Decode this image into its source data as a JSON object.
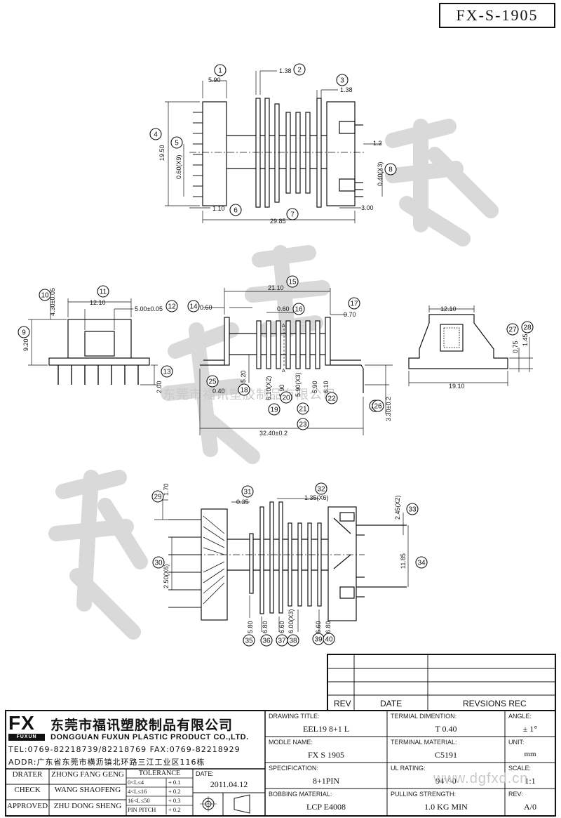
{
  "drawing_code": "FX-S-1905",
  "dimensions": {
    "top_view": [
      "5.90",
      "1.38",
      "1.38",
      "19.50",
      "0.60(X9)",
      "1.2",
      "0.40(X3)",
      "1.10",
      "29.85",
      "3.00"
    ],
    "mid_left": [
      "4.30±0.05",
      "12.10",
      "5.00±0.05",
      "9.20",
      "2.00"
    ],
    "mid_center": [
      "21.10",
      "0.60",
      "0.60",
      "0.70",
      "0.40",
      "5.20",
      "6.10(X2)",
      "5.90",
      "5.90(X3)",
      "5.90",
      "6.10",
      "3.30±0.2",
      "32.40±0.2",
      "A",
      "A"
    ],
    "mid_right": [
      "12.10",
      "0.75",
      "1.45",
      "19.10"
    ],
    "bottom_view": [
      "1.70",
      "0.35",
      "1.35(X6)",
      "2.45(X2)",
      "2.50(X6)",
      "11.85",
      "5.80",
      "6.80",
      "6.60",
      "6.00(X3)",
      "6.60",
      "6.80"
    ]
  },
  "balloons": [
    "1",
    "2",
    "3",
    "4",
    "5",
    "6",
    "7",
    "8",
    "9",
    "10",
    "11",
    "12",
    "13",
    "14",
    "15",
    "16",
    "17",
    "18",
    "19",
    "20",
    "21",
    "22",
    "23",
    "24",
    "25",
    "26",
    "27",
    "28",
    "29",
    "30",
    "31",
    "32",
    "33",
    "34",
    "35",
    "36",
    "37",
    "38",
    "39",
    "40"
  ],
  "watermark_text": "东莞市福讯塑胶制品有限公司",
  "watermark_url": "www.dgfxd.cn",
  "revision_table": {
    "headers": [
      "REV",
      "DATE",
      "REVSIONS REC"
    ]
  },
  "company": {
    "logo": "FX",
    "logo_sub": "FUXUN",
    "name_cn": "东莞市福讯塑胶制品有限公司",
    "name_en": "DONGGUAN FUXUN PLASTIC PRODUCT CO.,LTD.",
    "tel": "TEL:0769-82218739/82218769 FAX:0769-82218929",
    "addr": "ADDR:广东省东莞市横沥镇北环路三江工业区116栋"
  },
  "title_block": {
    "drawing_title_label": "DRAWING TITLE:",
    "drawing_title": "EEL19 8+1 L",
    "terminal_dimention_label": "TERMIAL DIMENTION:",
    "terminal_dimention": "T 0.40",
    "angle_label": "ANGLE:",
    "angle": "± 1°",
    "model_name_label": "MODLE NAME:",
    "model_name": "FX S 1905",
    "terminal_material_label": "TERMINAL MATERIAL:",
    "terminal_material": "C5191",
    "unit_label": "UNIT:",
    "unit": "mm",
    "specification_label": "SPECIFICATION:",
    "specification": "8+1PIN",
    "ul_rating_label": "UL RATING:",
    "ul_rating": "94V-0",
    "scale_label": "SCALE:",
    "scale": "1:1",
    "bobbing_material_label": "BOBBING MATERIAL:",
    "bobbing_material": "LCP E4008",
    "pulling_strength_label": "PULLING STRENGTH:",
    "pulling_strength": "1.0 KG MIN",
    "rev_label": "REV:",
    "rev": "A/0",
    "date_label": "DATE:",
    "date": "2011.04.12"
  },
  "signatures": [
    {
      "role": "DRATER",
      "name": "ZHONG FANG GENG"
    },
    {
      "role": "CHECK",
      "name": "WANG SHAOFENG"
    },
    {
      "role": "APPROVED",
      "name": "ZHU DONG SHENG"
    }
  ],
  "tolerance": {
    "header": "TOLERANCE",
    "rows": [
      {
        "range": "0<L≤4",
        "value": "+ 0.1"
      },
      {
        "range": "4<L≤16",
        "value": "+ 0.2"
      },
      {
        "range": "16<L≤50",
        "value": "+ 0.3"
      },
      {
        "range": "PIN PITCH",
        "value": "+ 0.2"
      }
    ]
  }
}
